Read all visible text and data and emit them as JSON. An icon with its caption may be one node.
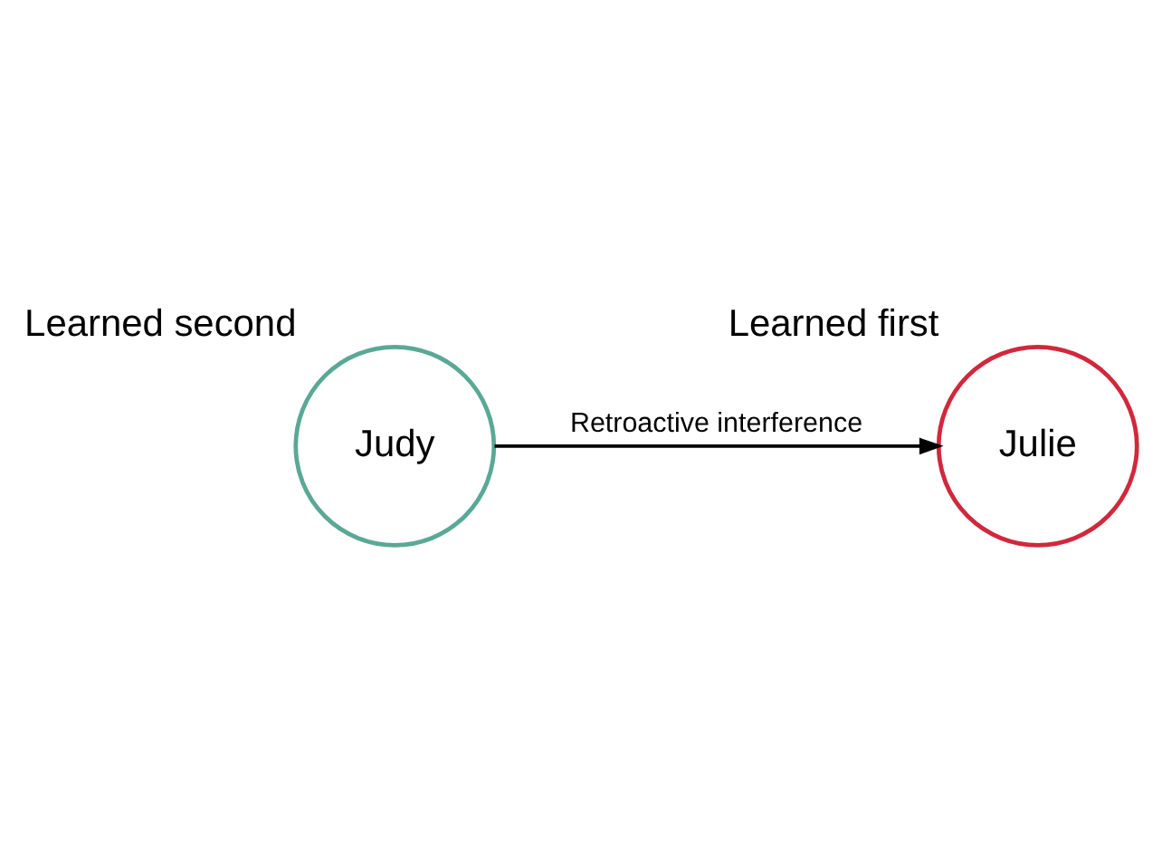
{
  "diagram": {
    "nodes": [
      {
        "text": [
          "Julie"
        ],
        "beside": [
          "Learned first"
        ]
      },
      {
        "text": [
          "Judy"
        ],
        "beside": [
          "Learned second"
        ]
      }
    ],
    "edges": [
      {
        "from": 1,
        "to": 0,
        "arrow": "to",
        "label": "Retroactive interference"
      }
    ]
  }
}
